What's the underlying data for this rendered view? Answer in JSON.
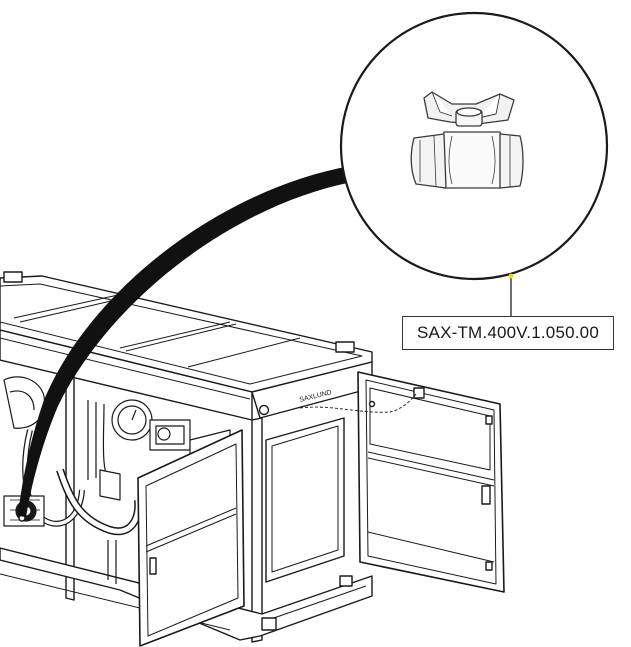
{
  "part_number": "SAX-TM.400V.1.050.00",
  "brand_marking": "SAXLUND",
  "icons": {
    "detail_callout": "magnifier-callout-icon",
    "valve": "ball-valve-icon",
    "machine": "container-unit-illustration"
  },
  "colors": {
    "line": "#1a1a1a",
    "background": "#ffffff",
    "leader_dot": "#e8e000"
  }
}
